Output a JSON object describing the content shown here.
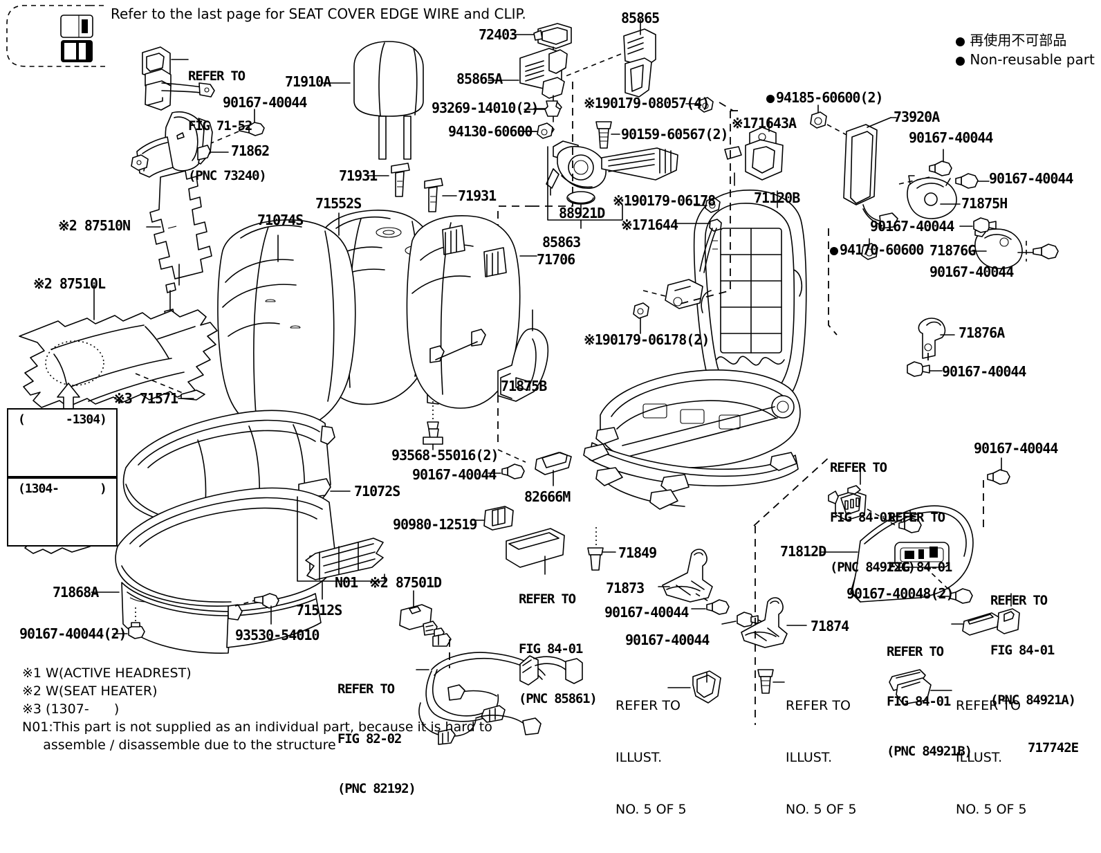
{
  "header": {
    "top_note": "Refer to the last page for SEAT COVER EDGE WIRE and CLIP.",
    "legend_jp": "再使用不可部品",
    "legend_en": "Non-reusable part"
  },
  "figure_id": "717742E",
  "inset_boxes": [
    {
      "caption": "(      -1304)"
    },
    {
      "caption": "(1304-      )"
    }
  ],
  "refs": [
    {
      "id": "ref-71-52",
      "lines": [
        "REFER TO",
        "FIG 71-52",
        "(PNC 73240)"
      ]
    },
    {
      "id": "ref-84-01-85861",
      "lines": [
        "REFER TO",
        "FIG 84-01",
        "(PNC 85861)"
      ]
    },
    {
      "id": "ref-82-02-82192",
      "lines": [
        "REFER TO",
        "FIG 82-02",
        "(PNC 82192)"
      ]
    },
    {
      "id": "ref-84-01-84922c",
      "lines": [
        "REFER TO",
        "FIG 84-01",
        "(PNC 84922C)"
      ]
    },
    {
      "id": "ref-84-01-plain",
      "lines": [
        "REFER TO",
        "FIG 84-01"
      ]
    },
    {
      "id": "ref-84-01-84921a",
      "lines": [
        "REFER TO",
        "FIG 84-01",
        "(PNC 84921A)"
      ]
    },
    {
      "id": "ref-84-01-84921b",
      "lines": [
        "REFER TO",
        "FIG 84-01",
        "(PNC 84921B)"
      ]
    },
    {
      "id": "ref-illust-1",
      "lines": [
        "REFER TO",
        "ILLUST.",
        "NO. 5 OF 5"
      ]
    },
    {
      "id": "ref-illust-2",
      "lines": [
        "REFER TO",
        "ILLUST.",
        "NO. 5 OF 5"
      ]
    },
    {
      "id": "ref-illust-3",
      "lines": [
        "REFER TO",
        "ILLUST.",
        "NO. 5 OF 5"
      ]
    }
  ],
  "parts": [
    {
      "id": "p-90167-40044-a",
      "text": "90167-40044"
    },
    {
      "id": "p-71862",
      "text": "71862"
    },
    {
      "id": "p-71910a",
      "text": "71910A"
    },
    {
      "id": "p-72403",
      "text": "72403"
    },
    {
      "id": "p-85865",
      "text": "85865"
    },
    {
      "id": "p-85865a",
      "text": "85865A"
    },
    {
      "id": "p-93269-14010",
      "text": "93269-14010(2)"
    },
    {
      "id": "p-94130-60600",
      "text": "94130-60600"
    },
    {
      "id": "p-190179-08057",
      "text": "※190179-08057(4)"
    },
    {
      "id": "p-90159-60567",
      "text": "90159-60567(2)"
    },
    {
      "id": "p-94185-60600",
      "text": "94185-60600(2)"
    },
    {
      "id": "p-171643a",
      "text": "※171643A"
    },
    {
      "id": "p-73920a",
      "text": "73920A"
    },
    {
      "id": "p-90167-40044-b",
      "text": "90167-40044"
    },
    {
      "id": "p-90167-40044-c",
      "text": "90167-40044"
    },
    {
      "id": "p-71875h",
      "text": "71875H"
    },
    {
      "id": "p-90167-40044-d",
      "text": "90167-40044"
    },
    {
      "id": "p-71876g",
      "text": "71876G"
    },
    {
      "id": "p-90167-40044-e",
      "text": "90167-40044"
    },
    {
      "id": "p-94170-60600",
      "text": "94170-60600"
    },
    {
      "id": "p-71876a",
      "text": "71876A"
    },
    {
      "id": "p-90167-40044-f",
      "text": "90167-40044"
    },
    {
      "id": "p-71931-a",
      "text": "71931"
    },
    {
      "id": "p-71931-b",
      "text": "71931"
    },
    {
      "id": "p-71552s",
      "text": "71552S"
    },
    {
      "id": "p-71074s",
      "text": "71074S"
    },
    {
      "id": "p-87510n",
      "text": "※2 87510N"
    },
    {
      "id": "p-87510l",
      "text": "※2 87510L"
    },
    {
      "id": "p-71571",
      "text": "※3 71571"
    },
    {
      "id": "p-88921d",
      "text": "88921D"
    },
    {
      "id": "p-85863",
      "text": "85863"
    },
    {
      "id": "p-71706",
      "text": "71706"
    },
    {
      "id": "p-190179-06178",
      "text": "※190179-06178"
    },
    {
      "id": "p-171644",
      "text": "※171644"
    },
    {
      "id": "p-71120b",
      "text": "71120B"
    },
    {
      "id": "p-190179-06178-2",
      "text": "※190179-06178(2)"
    },
    {
      "id": "p-71875b",
      "text": "71875B"
    },
    {
      "id": "p-93568-55016",
      "text": "93568-55016(2)"
    },
    {
      "id": "p-90167-40044-g",
      "text": "90167-40044"
    },
    {
      "id": "p-82666m",
      "text": "82666M"
    },
    {
      "id": "p-90980-12519",
      "text": "90980-12519"
    },
    {
      "id": "p-71072s",
      "text": "71072S"
    },
    {
      "id": "p-71868a",
      "text": "71868A"
    },
    {
      "id": "p-90167-40044-h",
      "text": "90167-40044(2)"
    },
    {
      "id": "p-93530-54010",
      "text": "93530-54010"
    },
    {
      "id": "p-71512s",
      "text": "71512S"
    },
    {
      "id": "p-n01",
      "text": "N01"
    },
    {
      "id": "p-87501d",
      "text": "※2 87501D"
    },
    {
      "id": "p-71849",
      "text": "71849"
    },
    {
      "id": "p-71873",
      "text": "71873"
    },
    {
      "id": "p-90167-40044-i",
      "text": "90167-40044"
    },
    {
      "id": "p-90167-40044-j",
      "text": "90167-40044"
    },
    {
      "id": "p-71874",
      "text": "71874"
    },
    {
      "id": "p-71812d",
      "text": "71812D"
    },
    {
      "id": "p-90167-40044-k",
      "text": "90167-40044"
    },
    {
      "id": "p-90167-40048",
      "text": "90167-40048(2)"
    }
  ],
  "footnotes": [
    "※1 W(ACTIVE HEADREST)",
    "※2 W(SEAT HEATER)",
    "※3 (1307-      )",
    "N01:This part is not supplied as an individual part, because it is hard to",
    "     assemble / disassemble due to the structure"
  ]
}
